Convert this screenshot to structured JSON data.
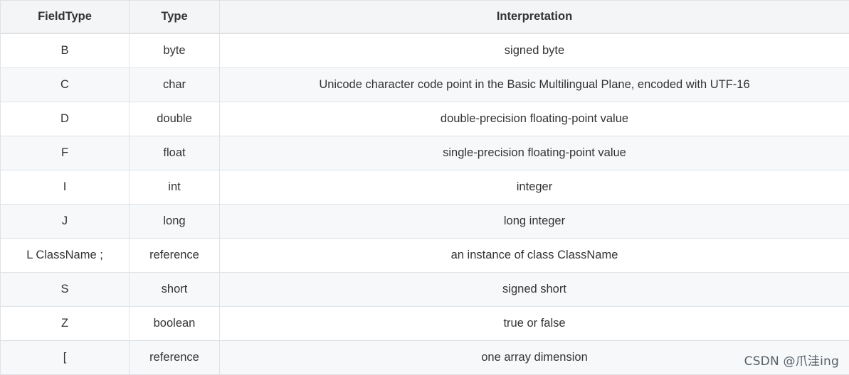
{
  "table": {
    "headers": {
      "field_type": "FieldType",
      "type": "Type",
      "interpretation": "Interpretation"
    },
    "rows": [
      {
        "field_type": "B",
        "type": "byte",
        "interpretation": "signed byte"
      },
      {
        "field_type": "C",
        "type": "char",
        "interpretation": "Unicode character code point in the Basic Multilingual Plane, encoded with UTF-16"
      },
      {
        "field_type": "D",
        "type": "double",
        "interpretation": "double-precision floating-point value"
      },
      {
        "field_type": "F",
        "type": "float",
        "interpretation": "single-precision floating-point value"
      },
      {
        "field_type": "I",
        "type": "int",
        "interpretation": "integer"
      },
      {
        "field_type": "J",
        "type": "long",
        "interpretation": "long integer"
      },
      {
        "field_type": "L ClassName ;",
        "type": "reference",
        "interpretation": "an instance of class ClassName"
      },
      {
        "field_type": "S",
        "type": "short",
        "interpretation": "signed short"
      },
      {
        "field_type": "Z",
        "type": "boolean",
        "interpretation": "true or false"
      },
      {
        "field_type": "[",
        "type": "reference",
        "interpretation": "one array dimension"
      }
    ]
  },
  "watermark": "CSDN @爪洼ing",
  "colors": {
    "header_background": "#f3f5f7",
    "row_alt_background": "#f6f8fa",
    "border": "#dfe2e5",
    "text": "#333333"
  }
}
